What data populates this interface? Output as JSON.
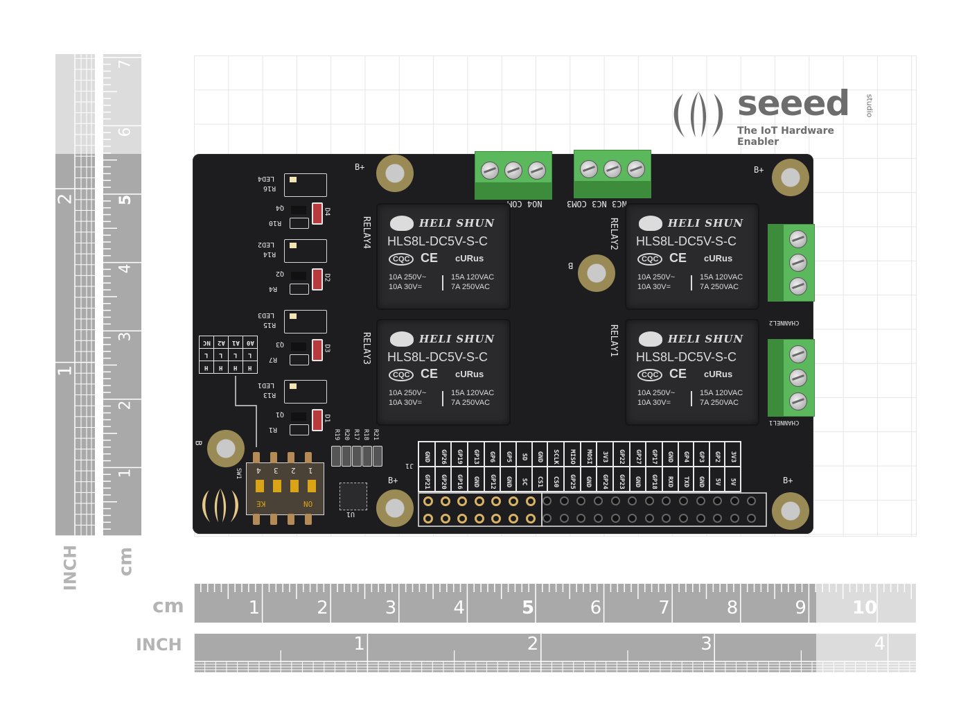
{
  "logo": {
    "brand": "seeed",
    "sub_brand": "studio",
    "tagline": "The IoT Hardware Enabler"
  },
  "rulers": {
    "bottom_cm": {
      "unit_label": "cm",
      "ticks": [
        "1",
        "2",
        "3",
        "4",
        "5",
        "6",
        "7",
        "8",
        "9",
        "10"
      ]
    },
    "bottom_inch": {
      "unit_label": "INCH",
      "ticks": [
        "1",
        "2",
        "3",
        "4"
      ]
    },
    "left_cm": {
      "unit_label": "cm",
      "ticks": [
        "1",
        "2",
        "3",
        "4",
        "5",
        "6",
        "7"
      ]
    },
    "left_inch": {
      "unit_label": "INCH",
      "ticks": [
        "1",
        "2"
      ]
    }
  },
  "board": {
    "mount_label": "B+",
    "center_label": "B",
    "relays": [
      {
        "label": "RELAY4",
        "brand": "HELI SHUN",
        "model": "HLS8L-DC5V-S-C",
        "spec_left": [
          "10A 250V~",
          "10A  30V="
        ],
        "spec_right": [
          "15A 120VAC",
          "7A 250VAC"
        ]
      },
      {
        "label": "RELAY2",
        "brand": "HELI SHUN",
        "model": "HLS8L-DC5V-S-C",
        "spec_left": [
          "10A 250V~",
          "10A  30V="
        ],
        "spec_right": [
          "15A 120VAC",
          "7A 250VAC"
        ]
      },
      {
        "label": "RELAY3",
        "brand": "HELI SHUN",
        "model": "HLS8L-DC5V-S-C",
        "spec_left": [
          "10A 250V~",
          "10A  30V="
        ],
        "spec_right": [
          "15A 120VAC",
          "7A 250VAC"
        ]
      },
      {
        "label": "RELAY1",
        "brand": "HELI SHUN",
        "model": "HLS8L-DC5V-S-C",
        "spec_left": [
          "10A 250V~",
          "10A  30V="
        ],
        "spec_right": [
          "15A 120VAC",
          "7A 250VAC"
        ]
      }
    ],
    "cert_marks": {
      "ccc": "CQC",
      "ce": "CE",
      "ul": "cURus"
    },
    "terminal_labels": {
      "top_left": "NO4 COM",
      "top_right": "NC3 NC3 COM3",
      "channel2": "CHANNEL2",
      "channel1": "CHANNEL1"
    },
    "components": [
      "LED4",
      "R16",
      "Q4",
      "R10",
      "D4",
      "LED2",
      "R14",
      "Q2",
      "R4",
      "D2",
      "LED3",
      "R15",
      "Q3",
      "R7",
      "D3",
      "LED1",
      "R13",
      "Q1",
      "R1",
      "D1",
      "R19",
      "R20",
      "R17",
      "R18",
      "R21",
      "U1",
      "SW1",
      "J1"
    ],
    "address_table": {
      "headers": [
        "A0",
        "A1",
        "A2",
        "NC"
      ],
      "rows": [
        [
          "L",
          "L",
          "L",
          "L"
        ],
        [
          "H",
          "H",
          "H",
          "H"
        ]
      ]
    },
    "dip_switch": {
      "label": "SW1",
      "numbers": [
        "1",
        "2",
        "3",
        "4"
      ],
      "on_label": "ON",
      "key_label": "KE"
    },
    "gpio_header": {
      "label": "J1",
      "top_row": [
        "GND",
        "GP26",
        "GP19",
        "GP13",
        "GP6",
        "GP5",
        "SD",
        "GND",
        "SCLK",
        "MISO",
        "MOSI",
        "3V3",
        "GP22",
        "GP27",
        "GP17",
        "GND",
        "GP4",
        "GP3",
        "GP2",
        "3V3"
      ],
      "bottom_row": [
        "GP21",
        "GP20",
        "GP16",
        "GND",
        "GP12",
        "GND",
        "SC",
        "CS1",
        "CS0",
        "GP25",
        "GND",
        "GP24",
        "GP23",
        "GND",
        "GP18",
        "RXD",
        "TXD",
        "GND",
        "5V",
        "5V"
      ]
    }
  }
}
